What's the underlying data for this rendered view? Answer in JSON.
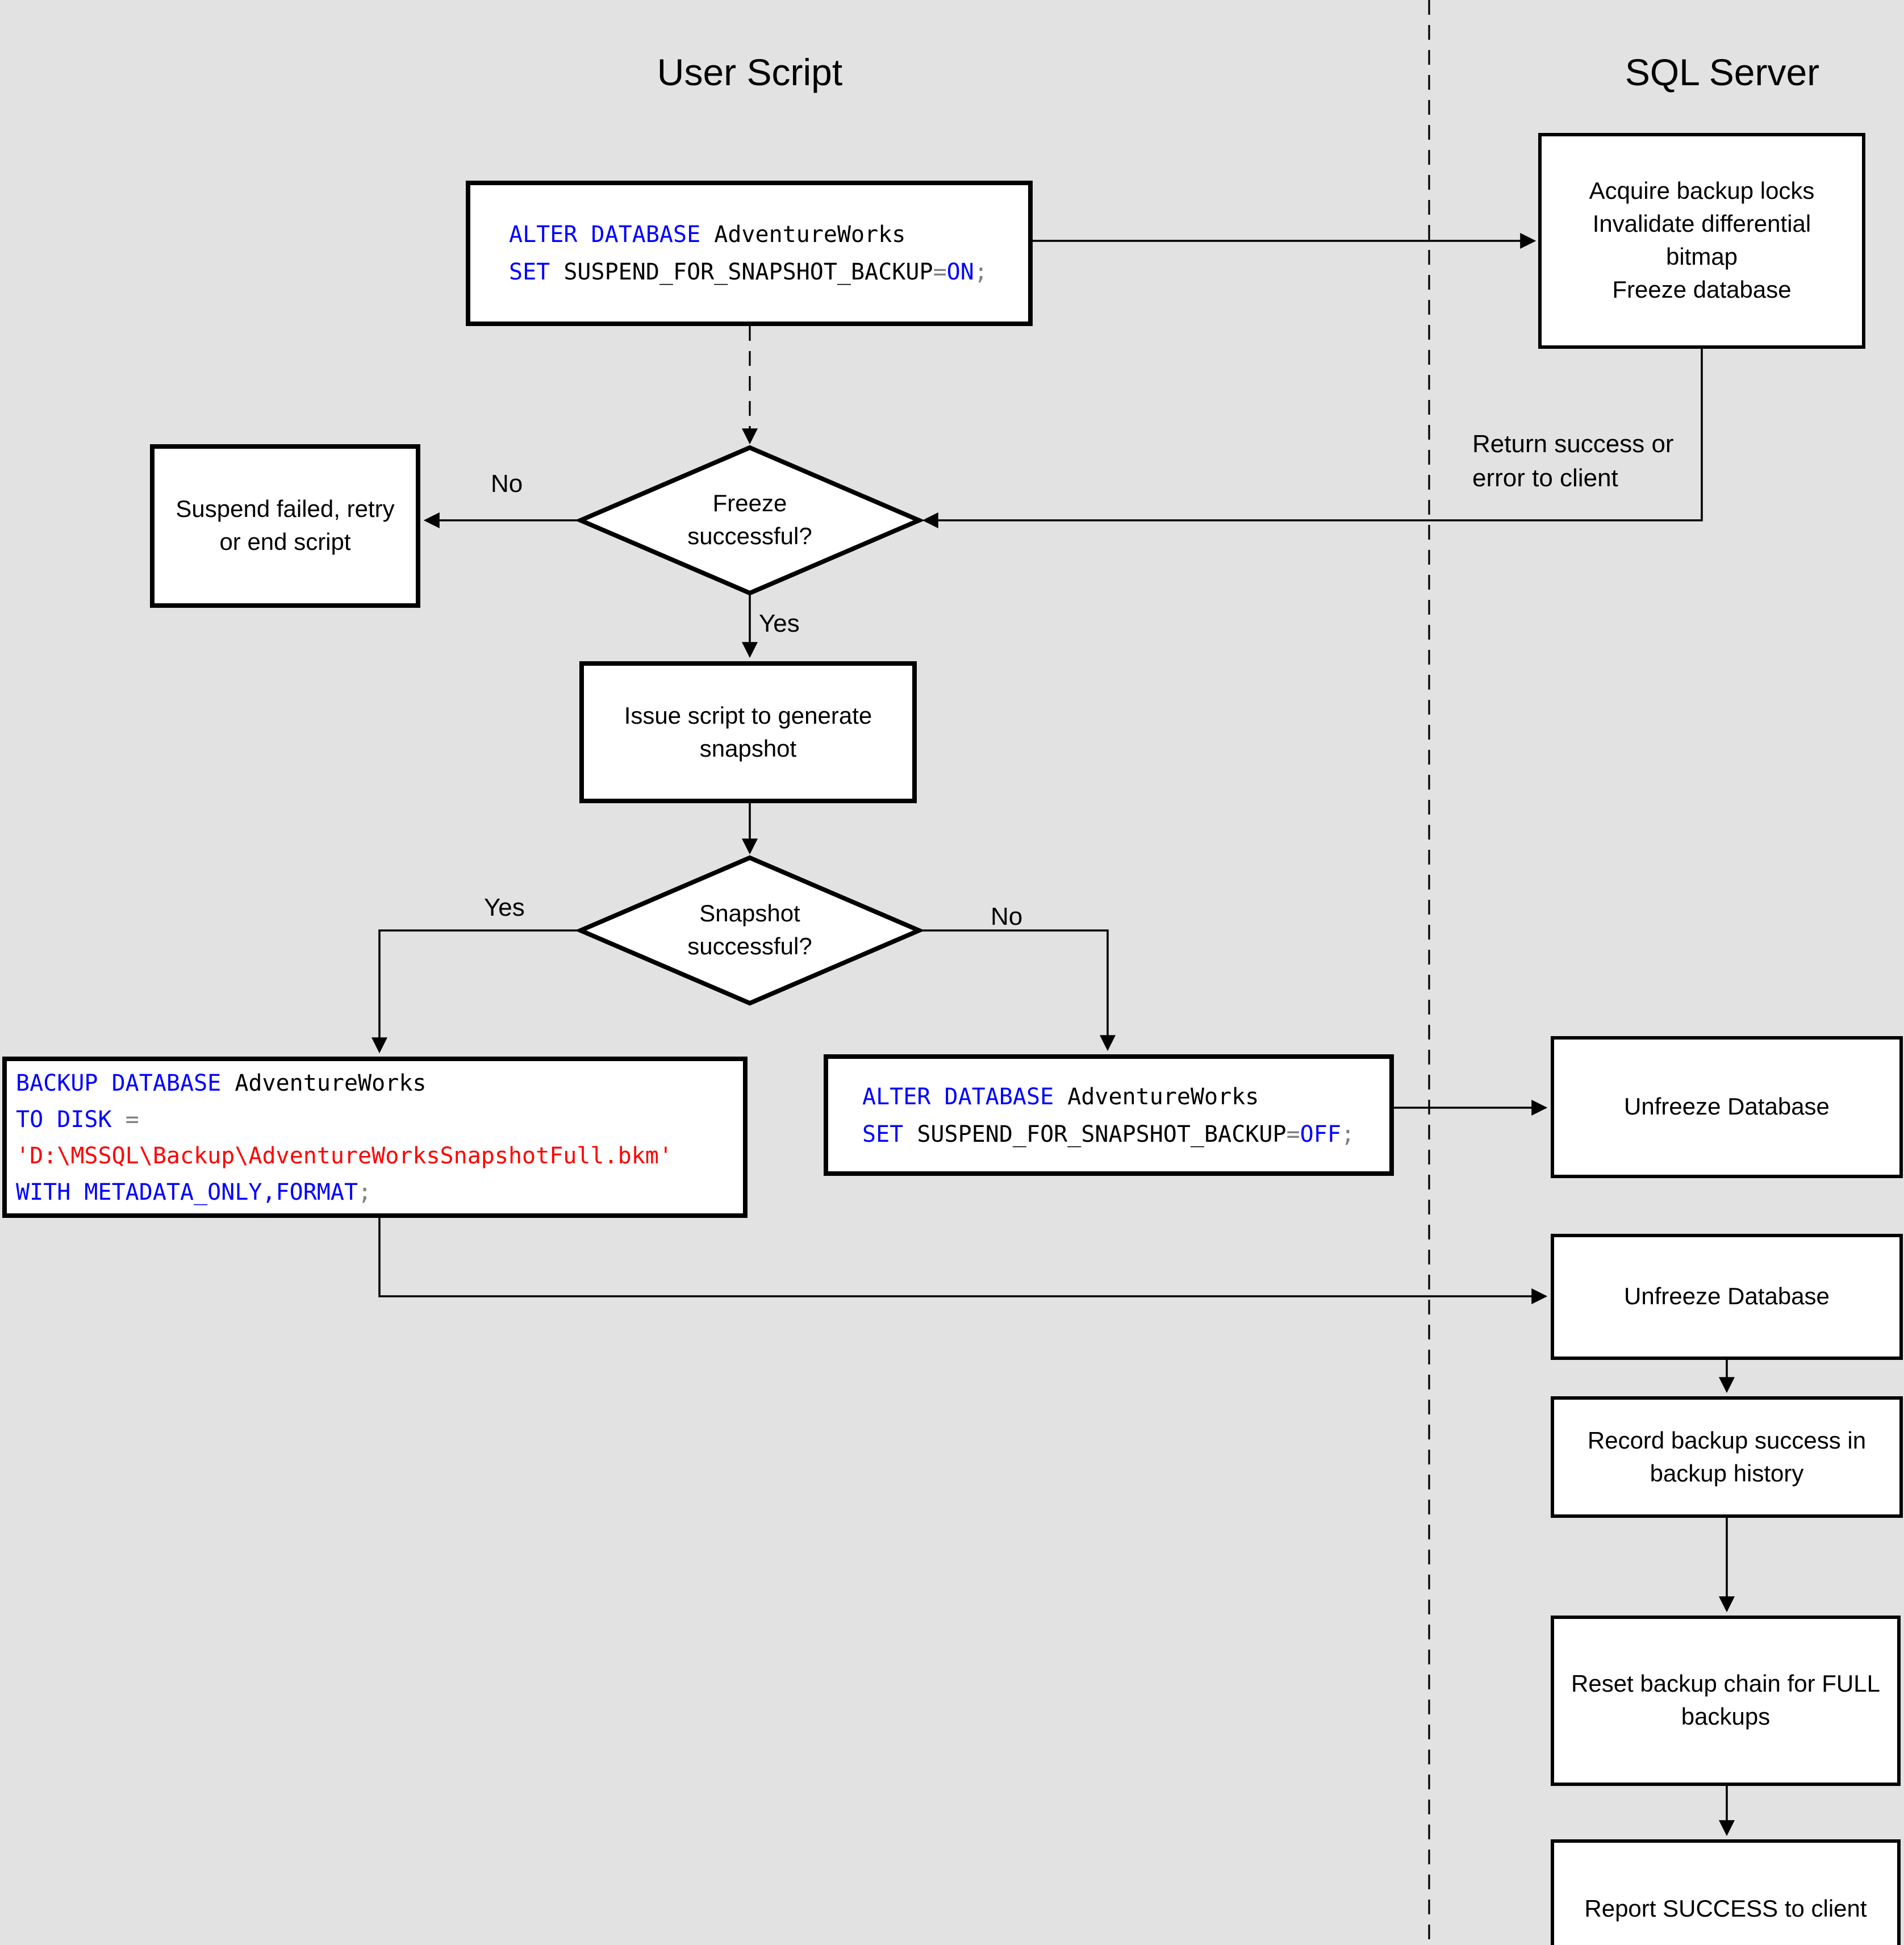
{
  "titles": {
    "left": "User Script",
    "right": "SQL Server"
  },
  "sql": {
    "on": {
      "k1": "ALTER DATABASE",
      "t1": " AdventureWorks",
      "k2": "SET",
      "t2": " SUSPEND_FOR_SNAPSHOT_BACKUP",
      "o1": "=",
      "k3": "ON",
      "o2": ";"
    },
    "off": {
      "k1": "ALTER DATABASE",
      "t1": " AdventureWorks",
      "k2": "SET",
      "t2": " SUSPEND_FOR_SNAPSHOT_BACKUP",
      "o1": "=",
      "k3": "OFF",
      "o2": ";"
    },
    "backup": {
      "k1": "BACKUP DATABASE",
      "t1": " AdventureWorks",
      "k2": "TO DISK ",
      "o1": "=",
      "s1": "'D:\\MSSQL\\Backup\\AdventureWorksSnapshotFull.bkm'",
      "k3": "WITH METADATA_ONLY,FORMAT",
      "o2": ";"
    }
  },
  "nodes": {
    "server_freeze": {
      "line1": "Acquire backup locks",
      "line2": "Invalidate differential bitmap",
      "line3": "Freeze database"
    },
    "suspend_failed": "Suspend failed, retry or end script",
    "freeze_question": "Freeze successful?",
    "issue_script": "Issue script to generate snapshot",
    "snapshot_question": "Snapshot successful?",
    "unfreeze_1": "Unfreeze Database",
    "unfreeze_2": "Unfreeze Database",
    "record_history": "Record backup success in backup history",
    "reset_chain": "Reset backup chain for FULL backups",
    "report_success": "Report SUCCESS to client"
  },
  "edge_labels": {
    "return_status": "Return success or error to client",
    "freeze_no": "No",
    "freeze_yes": "Yes",
    "snapshot_yes": "Yes",
    "snapshot_no": "No"
  },
  "colors": {
    "keyword": "#0000FF",
    "string": "#FF0000",
    "operator": "#808080",
    "ink": "#000000",
    "background": "#E2E2E2"
  }
}
